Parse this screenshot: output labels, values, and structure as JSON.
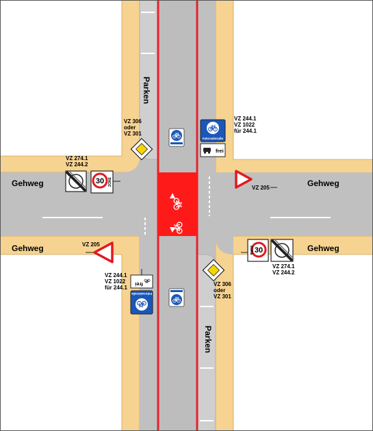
{
  "colors": {
    "sidewalk": "#f7d391",
    "sidewalk_edge": "#c9a25a",
    "road": "#c0c0c0",
    "parking": "#c9c9c9",
    "bike_area": "#ff1a1a",
    "red_line": "#e8212b",
    "marking": "#ffffff",
    "sign_blue": "#1b57b8",
    "sign_red": "#e3181f"
  },
  "sidewalks": {
    "left_upper": "Gehweg",
    "right_upper": "Gehweg",
    "left_lower": "Gehweg",
    "right_lower": "Gehweg"
  },
  "parking": {
    "upper": "Parken",
    "lower": "Parken"
  },
  "labels": {
    "upper_left_priority": "VZ 306\noder\nVZ 301",
    "upper_left_zone": "VZ 274.1\nVZ 244.2",
    "upper_right_bike": "VZ 244.1\nVZ 1022\nfür 244.1",
    "right_yield": "VZ 205",
    "left_yield": "VZ 205",
    "lower_left_bike": "VZ 244.1\nVZ 1022\nfür 244.1",
    "lower_right_priority": "VZ 306\noder\nVZ 301",
    "lower_right_zone": "VZ 274.1\nVZ 244.2"
  },
  "signs": {
    "speed_value": "30",
    "zone_word": "ZONE",
    "bike_street": "Fahrradstraße",
    "frei": "frei"
  },
  "icons": [
    "bicycle-icon",
    "car-icon",
    "motorcycle-icon",
    "priority-road-sign-icon",
    "yield-sign-icon",
    "zone-end-sign-icon",
    "bicycle-street-sign-icon"
  ]
}
